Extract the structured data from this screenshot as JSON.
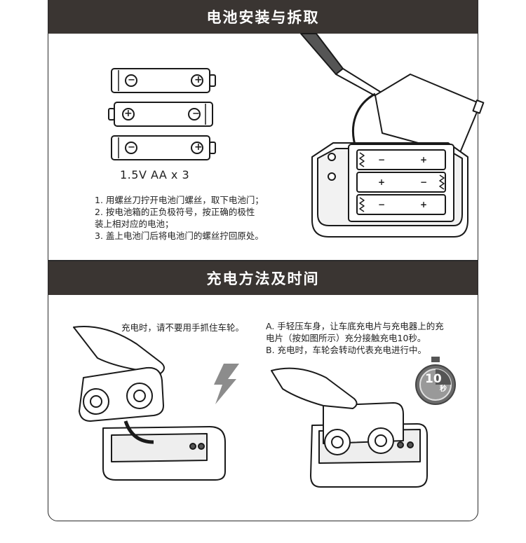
{
  "section1": {
    "title": "电池安装与拆取",
    "battery_label": "1.5V AA x 3",
    "steps": [
      "1. 用螺丝刀拧开电池门螺丝，取下电池门；",
      "2. 按电池箱的正负极符号，按正确的极性",
      "    装上相对应的电池；",
      "3. 盖上电池门后将电池门的螺丝拧回原处。"
    ],
    "battery_symbols": {
      "minus": "−",
      "plus": "+"
    }
  },
  "section2": {
    "title": "充电方法及时间",
    "caution": "充电时，请不要用手抓住车轮。",
    "instructions": [
      "A. 手轻压车身，让车底充电片与充电器上的充",
      "    电片（按如图所示）充分接触充电10秒。",
      "B. 充电时，车轮会转动代表充电进行中。"
    ],
    "timer": {
      "value": "10",
      "unit": "秒"
    }
  }
}
